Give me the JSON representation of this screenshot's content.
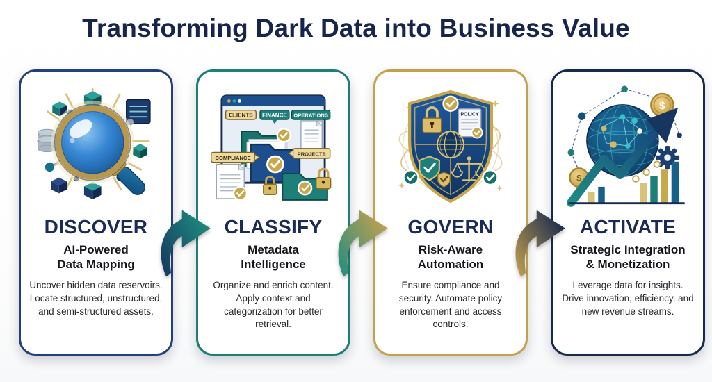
{
  "page": {
    "title": "Transforming Dark Data into Business Value"
  },
  "colors": {
    "title_text": "#16254c",
    "gold_accent": "#c9a84c",
    "teal_accent": "#1e7f78",
    "navy_accent": "#1d4f8f"
  },
  "steps": [
    {
      "id": "discover",
      "title": "DISCOVER",
      "subtitle_line1": "AI-Powered",
      "subtitle_line2": "Data Mapping",
      "description": "Uncover hidden data reservoirs. Locate structured, unstructured, and semi-structured assets.",
      "icon": "magnifier-data-network-illustration",
      "border_color": "#23407c"
    },
    {
      "id": "classify",
      "title": "CLASSIFY",
      "subtitle_line1": "Metadata",
      "subtitle_line2": "Intelligence",
      "description": "Organize and enrich content. Apply context and categorization for better retrieval.",
      "icon": "tagged-folders-illustration",
      "border_color": "#1e7f78",
      "tags": [
        "CLIENTS",
        "FINANCE",
        "OPERATIONS",
        "COMPLIANCE",
        "PROJECTS"
      ]
    },
    {
      "id": "govern",
      "title": "GOVERN",
      "subtitle_line1": "Risk-Aware",
      "subtitle_line2": "Automation",
      "description": "Ensure compliance and security. Automate policy enforcement and access controls.",
      "icon": "compliance-shield-illustration",
      "border_color": "#c5a14e",
      "policy_label": "POLICY"
    },
    {
      "id": "activate",
      "title": "ACTIVATE",
      "subtitle_line1": "Strategic Integration",
      "subtitle_line2": "& Monetization",
      "description": "Leverage data for insights. Drive innovation, efficiency, and new revenue streams.",
      "icon": "growth-globe-illustration",
      "border_color": "#16294e",
      "coin_symbol": "$"
    }
  ],
  "arrows": [
    {
      "from": "discover",
      "to": "classify",
      "gradient": [
        "#16355f",
        "#1f8d7f"
      ]
    },
    {
      "from": "classify",
      "to": "govern",
      "gradient": [
        "#1f8d7f",
        "#c5a14e"
      ]
    },
    {
      "from": "govern",
      "to": "activate",
      "gradient": [
        "#c5a14e",
        "#16294e"
      ]
    }
  ]
}
